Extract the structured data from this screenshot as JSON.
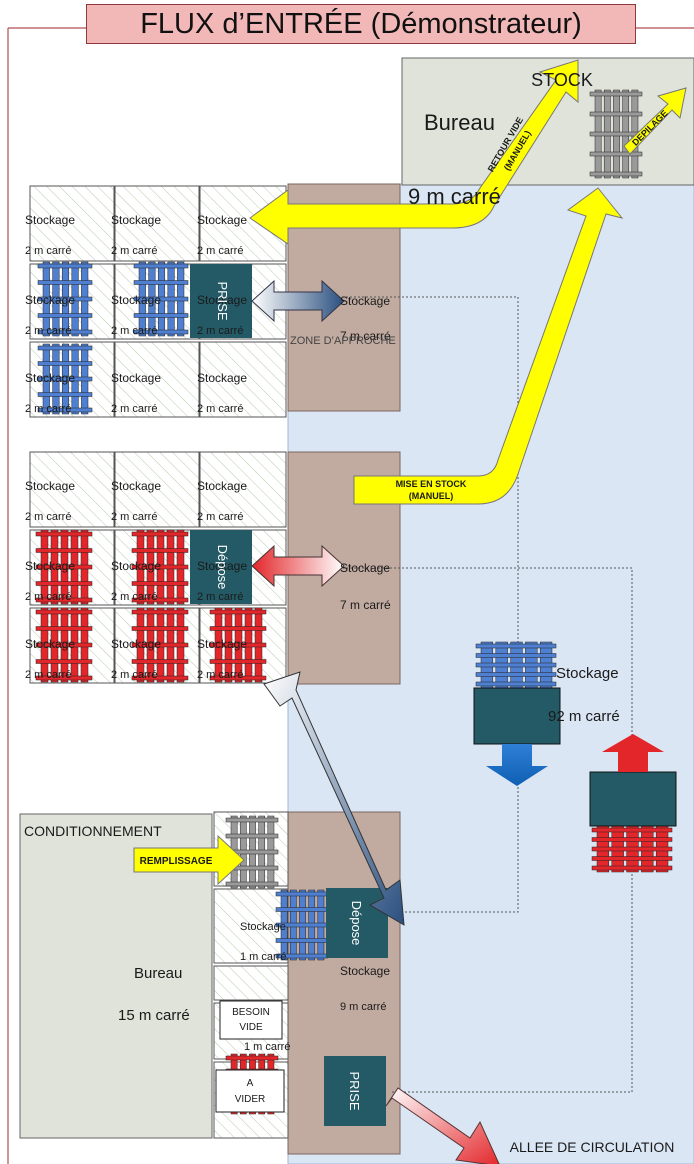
{
  "title": "FLUX d’ENTRÉE (Démonstrateur)",
  "stock": {
    "label": "STOCK",
    "office": "Bureau",
    "area": "9 m carré"
  },
  "cell": {
    "label": "Stockage",
    "area_2": "2 m carré",
    "area_1": "1 m carré",
    "area_7": "7 m carré",
    "area_9": "9 m carré",
    "area_92": "92 m carré"
  },
  "stations": {
    "prise": "PRISE",
    "depose": "Dépose"
  },
  "zone_approche": "ZONE D’APPROCHE",
  "arrows": {
    "retour_vide": [
      "RETOUR VIDE",
      "(MANUEL)"
    ],
    "depilage": "DEPILAGE",
    "mise_en_stock": [
      "MISE EN STOCK",
      "(MANUEL)"
    ],
    "remplissage": "REMPLISSAGE"
  },
  "conditionnement": {
    "label": "CONDITIONNEMENT",
    "office": "Bureau",
    "area": "15 m carré"
  },
  "boxes": {
    "besoin_vide": [
      "BESOIN",
      "VIDE"
    ],
    "a_vider": [
      "A",
      "VIDER"
    ]
  },
  "allee": "ALLEE DE CIRCULATION",
  "colors": {
    "full_pallet": "#e3262a",
    "empty_pallet": "#4f7fd0",
    "grey_pallet": "#9a9a9a",
    "station": "#245a66",
    "zone": "#c1aaa0",
    "aisle": "#dbe6f5",
    "flow_arrow": "#ffff00"
  }
}
